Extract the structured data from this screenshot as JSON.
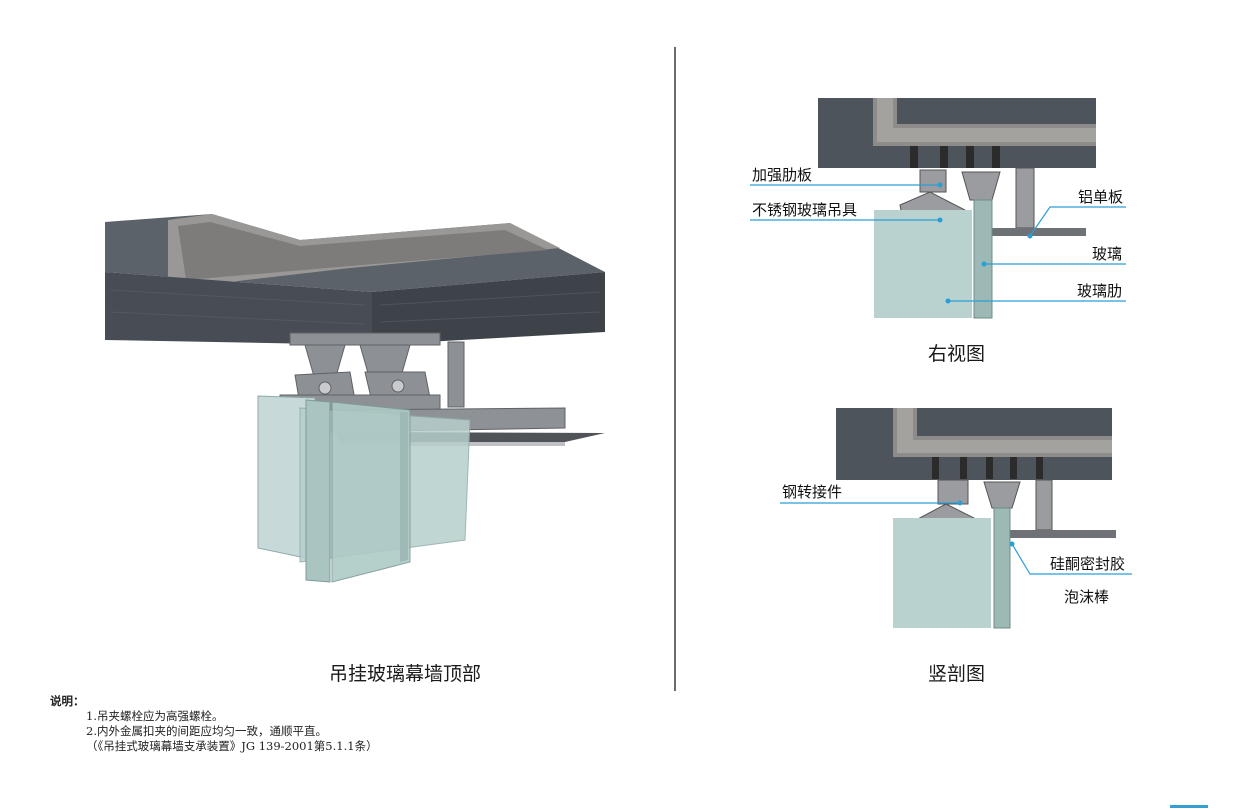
{
  "figures": {
    "iso": {
      "caption": "吊挂玻璃幕墙顶部"
    },
    "right_view": {
      "caption": "右视图",
      "labels": {
        "reinforcing_plate": "加强肋板",
        "ss_hanger": "不锈钢玻璃吊具",
        "aluminum_panel": "铝单板",
        "glass": "玻璃",
        "glass_fin": "玻璃肋"
      }
    },
    "section": {
      "caption": "竖剖图",
      "labels": {
        "steel_connector": "钢转接件",
        "silicone_sealant": "硅酮密封胶",
        "foam_rod": "泡沫棒"
      }
    }
  },
  "notes": {
    "heading": "说明：",
    "items": [
      "1.吊夹螺栓应为高强螺栓。",
      "2.内外金属扣夹的间距应均匀一致，通顺平直。",
      "（《吊挂式玻璃幕墙支承装置》JG 139-2001第5.1.1条）"
    ]
  },
  "colors": {
    "concrete": "#4e545c",
    "finish": "#8e8c8a",
    "steel": "#9a9ca0",
    "glass": "#b9d2d0",
    "leader": "#2a9fd6",
    "divider": "#6b6b6b"
  }
}
